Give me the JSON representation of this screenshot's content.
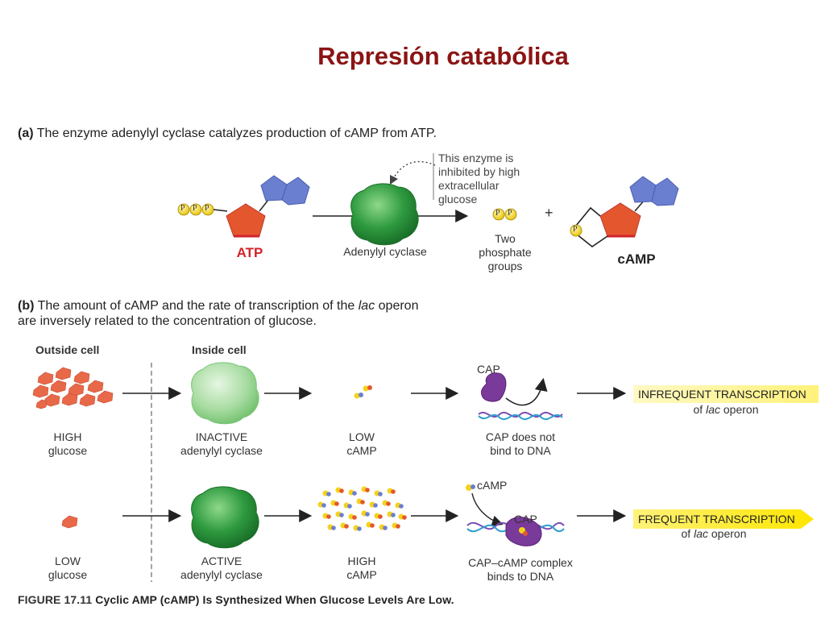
{
  "title": "Represión catabólica",
  "panel_a": {
    "letter": "(a)",
    "text": "The enzyme adenylyl cyclase catalyzes production of cAMP from ATP.",
    "atp_label": "ATP",
    "enzyme_label": "Adenylyl cyclase",
    "inhibition_note": [
      "This enzyme is",
      "inhibited by high",
      "extracellular",
      "glucose"
    ],
    "phosphate_label": [
      "Two",
      "phosphate",
      "groups"
    ],
    "plus": "+",
    "camp_label": "cAMP",
    "p": "P"
  },
  "panel_b": {
    "letter": "(b)",
    "text_line1_pre": "The amount of cAMP and the rate of transcription of the ",
    "text_line1_italic": "lac",
    "text_line1_post": " operon",
    "text_line2": "are inversely related to the concentration of glucose.",
    "outside_header": "Outside cell",
    "inside_header": "Inside cell",
    "row_high": {
      "glucose": [
        "HIGH",
        "glucose"
      ],
      "enzyme": [
        "INACTIVE",
        "adenylyl cyclase"
      ],
      "camp": [
        "LOW",
        "cAMP"
      ],
      "cap_label": "CAP",
      "dna_note": [
        "CAP does not",
        "bind to DNA"
      ],
      "transcription": "INFREQUENT TRANSCRIPTION",
      "operon_pre": "of ",
      "operon_italic": "lac",
      "operon_post": " operon"
    },
    "row_low": {
      "glucose": [
        "LOW",
        "glucose"
      ],
      "enzyme": [
        "ACTIVE",
        "adenylyl cyclase"
      ],
      "camp": [
        "HIGH",
        "cAMP"
      ],
      "camp_label": "cAMP",
      "cap_label": "CAP",
      "dna_note": [
        "CAP–cAMP complex",
        "binds to DNA"
      ],
      "transcription": "FREQUENT TRANSCRIPTION",
      "operon_pre": "of ",
      "operon_italic": "lac",
      "operon_post": " operon"
    }
  },
  "caption": {
    "figure": "FIGURE 17.11",
    "text": "Cyclic AMP (cAMP) Is Synthesized When Glucose Levels Are Low."
  },
  "colors": {
    "title": "#8b1414",
    "atp": "#d2232a",
    "sugar_ring": "#e4572e",
    "base_ring": "#6b7fd0",
    "phosphate": "#f5d21c",
    "enzyme_active": "#2e9a3f",
    "enzyme_inactive": "#9fd79a",
    "cap": "#7a3a9a",
    "banner": "#fff27a"
  }
}
